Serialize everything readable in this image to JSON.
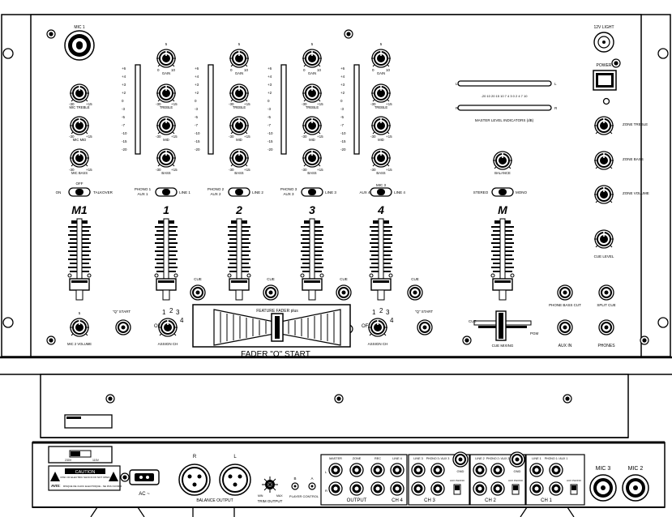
{
  "front": {
    "mic1": {
      "title": "MIC 1",
      "knobs": [
        {
          "label": "MIC TREBLE",
          "lo": "-30",
          "hi": "+15",
          "top": ""
        },
        {
          "label": "MIC MID",
          "lo": "-30",
          "hi": "+15",
          "top": ""
        },
        {
          "label": "MIC BASS",
          "lo": "-30",
          "hi": "+15",
          "top": ""
        }
      ],
      "switch_left": "ON",
      "switch_top": "OFF",
      "switch_right": "TALKOVER",
      "channel": "M1"
    },
    "meter_scale": [
      "+6",
      "+4",
      "+3",
      "+2",
      "0",
      "-3",
      "-5",
      "-7",
      "-10",
      "-15",
      "-20"
    ],
    "channels": [
      {
        "num": "1",
        "gain": "GAIN",
        "sw_left_top": "PHONO 1",
        "sw_left_bot": "AUX 1",
        "sw_right": "LINE 1"
      },
      {
        "num": "2",
        "gain": "GAIN",
        "sw_left_top": "PHONO 2",
        "sw_left_bot": "AUX 2",
        "sw_right": "LINE 2"
      },
      {
        "num": "3",
        "gain": "GAIN",
        "sw_left_top": "PHONO 3",
        "sw_left_bot": "AUX 3",
        "sw_right": "LINE 3"
      },
      {
        "num": "4",
        "gain": "GAIN",
        "sw_left_top": "MIC 3",
        "sw_left_bot": "AUX 4",
        "sw_right": "LINE 4"
      }
    ],
    "knob_labels": {
      "gain": "GAIN",
      "treble": "TREBLE",
      "mid": "MID",
      "bass": "BASS",
      "g_lo": "0",
      "g_hi": "10",
      "g_top": "5",
      "eq_lo": "-30",
      "eq_hi": "+15"
    },
    "cue": "CUE",
    "master": {
      "light": "12V LIGHT",
      "power": "POWER",
      "meter_l": "L",
      "meter_r": "R",
      "meter_scale": "-20 10 20 15 10 7 4 3 0 2 4 7 10",
      "meter_title": "MASTER LEVEL INDICATORS (dB)",
      "balance": "BALANCE",
      "stereo": "STEREO",
      "mono": "MONO",
      "channel": "M",
      "zone_treble": "ZONE TREBLE",
      "zone_bass": "ZONE BASS",
      "zone_volume": "ZONE VOLUME",
      "cue_level": "CUE LEVEL",
      "phone_bass_cut": "PHONE BASS CUT",
      "split_cue": "SPLIT CUE",
      "phones": "PHONES",
      "aux_in": "AUX IN",
      "cue_mixing": "CUE MIXING",
      "cue_left": "CUE",
      "pgm": "PGM"
    },
    "bottom": {
      "mic2_volume": "MIC 2 VOLUME",
      "mic2_top": "5",
      "q_start_left": "\"Q\" START",
      "q_start_right": "\"Q\" START",
      "assign_ch": "ASSIGN CH",
      "off": "OFF",
      "n1": "1",
      "n2": "2",
      "n3": "3",
      "n4": "4",
      "fader_title": "FEATURE FADER plus",
      "fader_q_start": "FADER \"Q\" START"
    }
  },
  "rear": {
    "voltage_a": "230V",
    "voltage_b": "115V",
    "caution": "CAUTION",
    "caution_sub": "RISK OF ELECTRIC SHOCK DO NOT OPEN",
    "avis": "AVIS:",
    "avis_text": "RISQUE DE CHOC ELECTRIQUE - NE PAS OUVRIR",
    "ac": "AC ~",
    "balance_output": "BALANCE OUTPUT",
    "xlr_r": "R",
    "xlr_l": "L",
    "trim_min": "MIN",
    "trim_max": "MAX",
    "trim_output": "TRIM OUTPUT",
    "player_b": "B",
    "player_a": "A",
    "player_control": "PLAYER CONTROL",
    "output_labels": [
      "MASTER",
      "ZONE",
      "REC"
    ],
    "output": "OUTPUT",
    "ch4": "CH 4",
    "ch4_line": "LINE 4",
    "ch3": "CH 3",
    "ch3_line": "LINE 3",
    "ch3_phono": "PHONO 3 / AUX 3",
    "gnd": "GND",
    "ch2": "CH 2",
    "ch2_line": "LINE 2",
    "ch2_phono": "PHONO 2 / AUX 2",
    "ch1": "CH 1",
    "ch1_line": "LINE 1",
    "ch1_phono": "PHONO 1 / AUX 1",
    "aux_phono": "AUX PHONO",
    "mic3": "MIC 3",
    "mic2": "MIC 2",
    "side_l": "L",
    "side_r": "R"
  }
}
